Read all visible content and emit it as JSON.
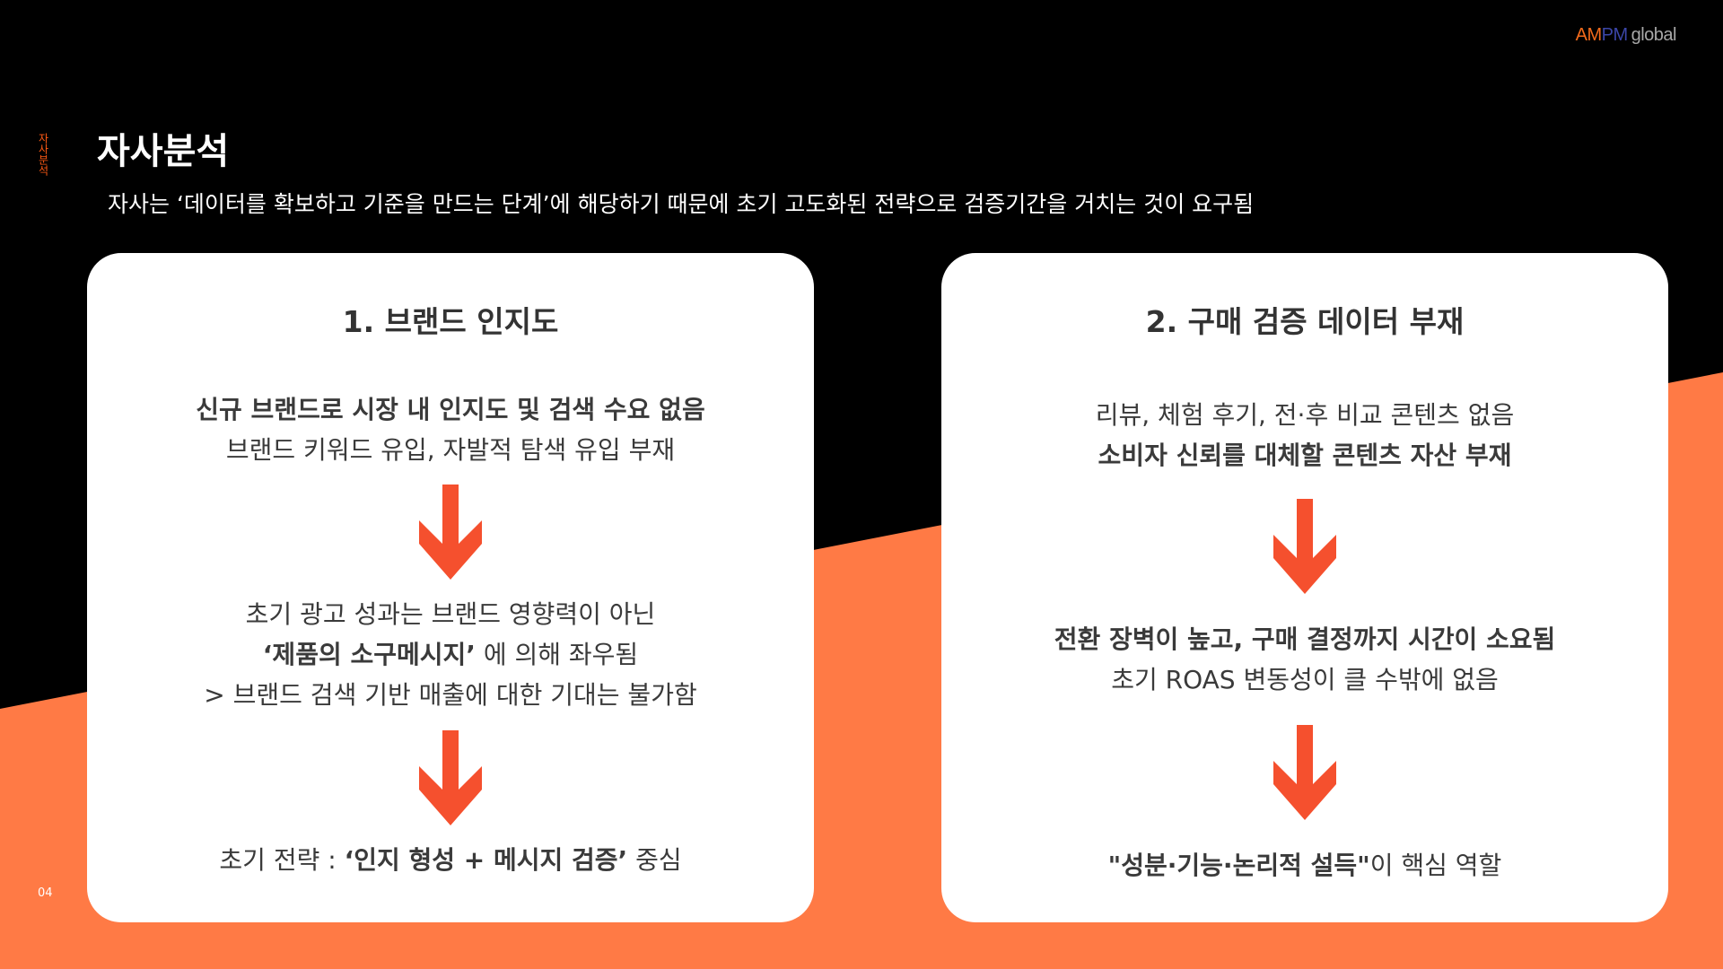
{
  "logo": {
    "am": "AM",
    "pm": "PM",
    "global": "global"
  },
  "side_label": "자사분석",
  "title": "자사분석",
  "subtitle": "자사는 ‘데이터를 확보하고 기준을 만드는 단계’에 해당하기 때문에 초기 고도화된 전략으로 검증기간을 거치는 것이 요구됨",
  "page_number": "04",
  "colors": {
    "orange": "#ff7a45",
    "arrow": "#f5502e"
  },
  "card1": {
    "title": "1. 브랜드 인지도",
    "b1": [
      "신규 브랜드로 시장 내 인지도 및 검색 수요 없음",
      "브랜드 키워드 유입, 자발적 탐색 유입 부재"
    ],
    "b2": [
      "초기 광고 성과는 브랜드 영향력이 아닌",
      "‘제품의 소구메시지’",
      "에 의해 좌우됨",
      "> 브랜드 검색 기반 매출에 대한 기대는 불가함"
    ],
    "b3": [
      "초기 전략 : ",
      "‘인지 형성 + 메시지 검증’",
      " 중심"
    ]
  },
  "card2": {
    "title": "2. 구매 검증 데이터 부재",
    "b1": [
      "리뷰, 체험 후기, 전·후 비교 콘텐츠 없음",
      "소비자 신뢰를 대체할 콘텐츠 자산 부재"
    ],
    "b2": [
      "전환 장벽이 높고, 구매 결정까지 시간이 소요됨",
      "초기 ROAS 변동성이 클 수밖에 없음"
    ],
    "b3": [
      "\"성분·기능·논리적 설득\"",
      "이 핵심 역할"
    ]
  }
}
